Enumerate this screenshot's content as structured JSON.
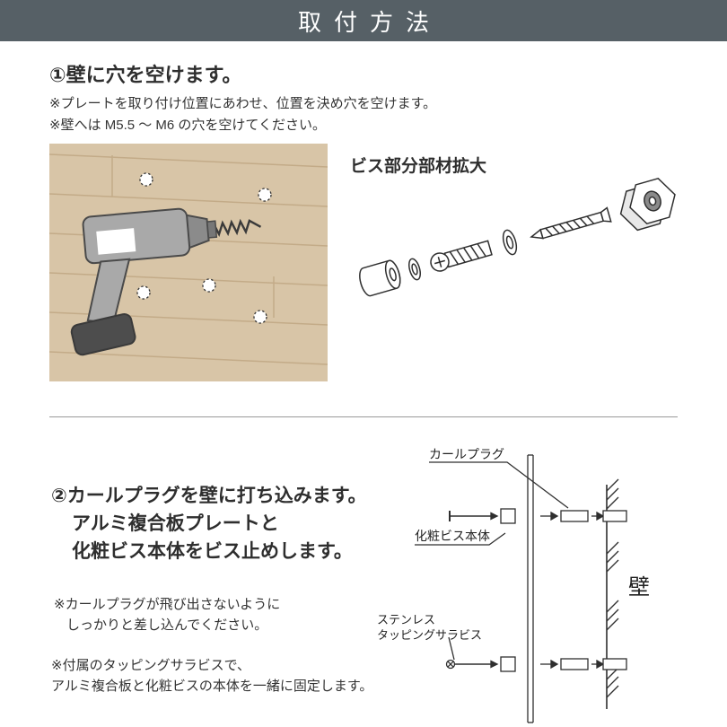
{
  "header": {
    "title": "取付方法"
  },
  "step1": {
    "heading": "①壁に穴を空けます。",
    "note1": "※プレートを取り付け位置にあわせ、位置を決め穴を空けます。",
    "note2": "※壁へは M5.5 ～ M6 の穴を空けてください。",
    "parts_heading": "ビス部分部材拡大"
  },
  "step2": {
    "heading1": "②カールプラグを壁に打ち込みます。",
    "heading2": "アルミ複合板プレートと",
    "heading3": "化粧ビス本体をビス止めします。",
    "note1_line1": "※カールプラグが飛び出さないように",
    "note1_line2": "しっかりと差し込んでください。",
    "note2_line1": "※付属のタッピングサラビスで、",
    "note2_line2": "アルミ複合板と化粧ビスの本体を一緒に固定します。",
    "label_curl_plug": "カールプラグ",
    "label_screw_body": "化粧ビス本体",
    "label_tapping_line1": "ステンレス",
    "label_tapping_line2": "タッピングサラビス",
    "label_wall": "壁"
  },
  "colors": {
    "header_bg": "#566066",
    "wood": "#d8c5a7",
    "wood_line": "#c3ab88",
    "ink": "#333333",
    "drill_gray": "#a9a9a9",
    "battery_gray": "#4d4d4d"
  }
}
